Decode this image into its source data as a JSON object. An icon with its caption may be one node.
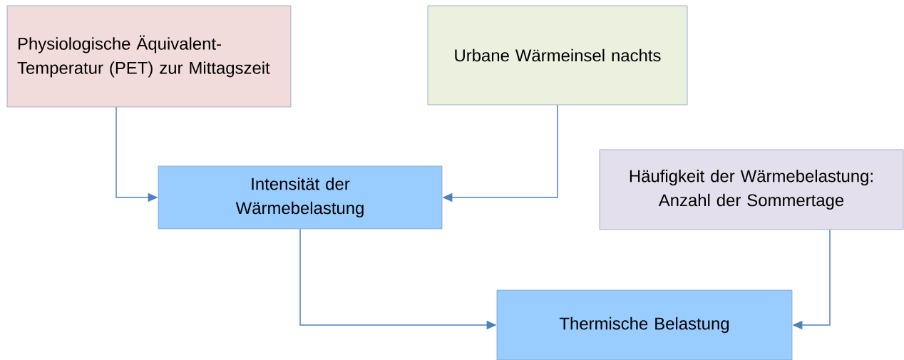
{
  "diagram": {
    "nodes": [
      {
        "text": [
          "Physiologische Äquivalent-Temperatur (PET) zur Mittagszeit"
        ]
      },
      {
        "text": [
          "Urbane Wärmeinsel nachts"
        ]
      },
      {
        "text": [
          "Intensität der Wärmebelastung"
        ]
      },
      {
        "text": [
          "Häufigkeit der Wärmebelastung: Anzahl der Sommertage"
        ]
      },
      {
        "text": [
          "Thermische Belastung"
        ]
      }
    ],
    "edges": [
      {
        "from": 0,
        "to": 2,
        "arrow": "to"
      },
      {
        "from": 1,
        "to": 2,
        "arrow": "to"
      },
      {
        "from": 2,
        "to": 4,
        "arrow": "to"
      },
      {
        "from": 3,
        "to": 4,
        "arrow": "to"
      }
    ]
  }
}
